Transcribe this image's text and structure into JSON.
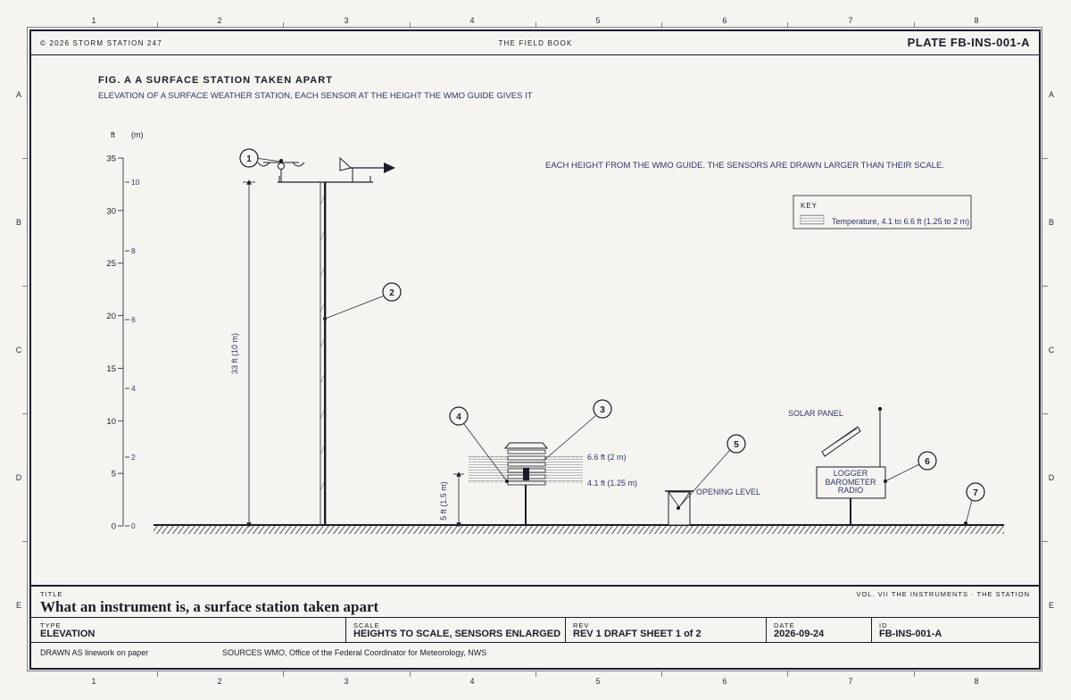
{
  "sheet_grid": {
    "columns": [
      "1",
      "2",
      "3",
      "4",
      "5",
      "6",
      "7",
      "8"
    ],
    "rows": [
      "A",
      "B",
      "C",
      "D",
      "E"
    ]
  },
  "header": {
    "copyright": "© 2026 STORM STATION 247",
    "book": "THE FIELD BOOK",
    "plate": "PLATE FB-INS-001-A"
  },
  "figure": {
    "title": "FIG. A A SURFACE STATION TAKEN APART",
    "subtitle": "ELEVATION OF A SURFACE WEATHER STATION, EACH SENSOR AT THE HEIGHT THE WMO GUIDE GIVES IT",
    "note": "EACH HEIGHT FROM THE WMO GUIDE. THE SENSORS ARE DRAWN LARGER THAN THEIR SCALE.",
    "axis_ft_label": "ft",
    "axis_m_label": "(m)",
    "ft_ticks": [
      "35",
      "30",
      "25",
      "20",
      "15",
      "10",
      "5",
      "0"
    ],
    "m_ticks": [
      "10",
      "8",
      "6",
      "4",
      "2",
      "0"
    ],
    "mast_dimension": "33 ft (10 m)",
    "screen_dimension": "5 ft (1.5 m)",
    "temp_upper": "6.6 ft (2 m)",
    "temp_lower": "4.1 ft (1.25 m)",
    "gauge_label": "OPENING LEVEL",
    "solar_label": "SOLAR PANEL",
    "logger_lines": [
      "LOGGER",
      "BAROMETER",
      "RADIO"
    ],
    "key_title": "KEY",
    "key_entry": "Temperature, 4.1 to 6.6 ft (1.25 to 2 m)",
    "callouts": [
      "1",
      "2",
      "3",
      "4",
      "5",
      "6",
      "7"
    ]
  },
  "title_block": {
    "title_label": "TITLE",
    "title": "What an instrument is, a surface station taken apart",
    "volume": "VOL. VII THE INSTRUMENTS · THE STATION",
    "type_label": "TYPE",
    "type": "ELEVATION",
    "scale_label": "SCALE",
    "scale": "HEIGHTS TO SCALE, SENSORS ENLARGED",
    "rev_label": "REV",
    "rev": "REV 1 DRAFT SHEET 1 of 2",
    "date_label": "DATE",
    "date": "2026-09-24",
    "id_label": "ID",
    "id": "FB-INS-001-A",
    "drawn": "DRAWN AS linework on paper",
    "sources": "SOURCES WMO, Office of the Federal Coordinator for Meteorology, NWS"
  },
  "colors": {
    "ink": "#1b1d2a",
    "paper": "#f5f4f0",
    "blue_text": "#2c3766"
  }
}
